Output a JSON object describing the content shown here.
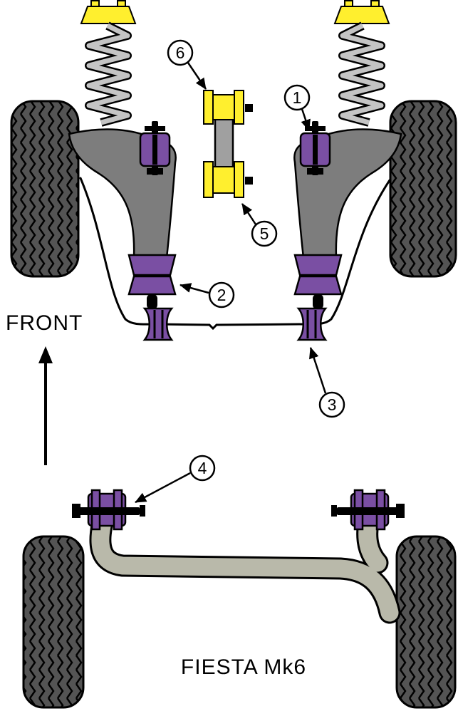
{
  "title": "FIESTA Mk6",
  "front_label": "FRONT",
  "callouts": [
    {
      "num": "1"
    },
    {
      "num": "2"
    },
    {
      "num": "3"
    },
    {
      "num": "4"
    },
    {
      "num": "5"
    },
    {
      "num": "6"
    }
  ],
  "colors": {
    "bush_purple": "#7a4fa3",
    "bush_yellow": "#ffef2e",
    "arm_gray": "#7d7d7d",
    "link_gray": "#a0a0a0",
    "tire_gray": "#545454",
    "spring_gray": "#c4c4c4",
    "beam_gray": "#b9b9aa",
    "outline": "#000000",
    "callout_bg": "#ffffff"
  }
}
